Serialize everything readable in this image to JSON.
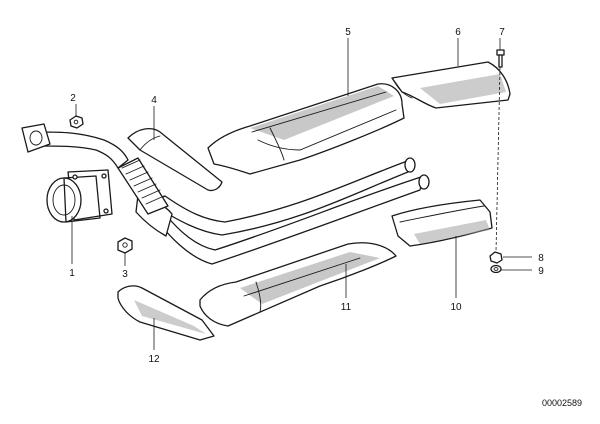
{
  "diagram": {
    "callouts": [
      {
        "id": "c1",
        "label": "1"
      },
      {
        "id": "c2",
        "label": "2"
      },
      {
        "id": "c3",
        "label": "3"
      },
      {
        "id": "c4",
        "label": "4"
      },
      {
        "id": "c5",
        "label": "5"
      },
      {
        "id": "c6",
        "label": "6"
      },
      {
        "id": "c7",
        "label": "7"
      },
      {
        "id": "c8",
        "label": "8"
      },
      {
        "id": "c9",
        "label": "9"
      },
      {
        "id": "c10",
        "label": "10"
      },
      {
        "id": "c11",
        "label": "11"
      },
      {
        "id": "c12",
        "label": "12"
      }
    ],
    "document_number": "00002589"
  }
}
